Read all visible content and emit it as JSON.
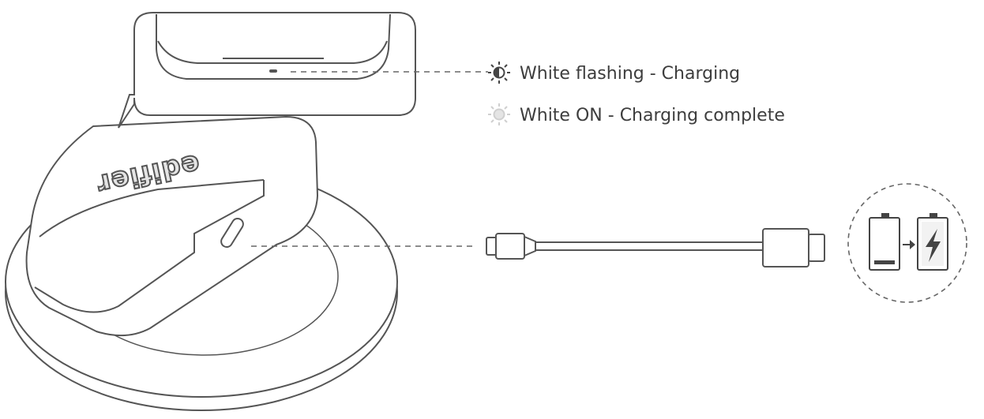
{
  "legend": {
    "flashing_label": "White flashing",
    "flashing_separator": " - ",
    "flashing_state": "Charging",
    "on_label": "White ON",
    "on_separator": " - ",
    "on_state": "Charging complete"
  },
  "case": {
    "brand": "edifier"
  },
  "colors": {
    "line": "#555555",
    "text": "#3d3d3d",
    "dim_icon": "#cfcfcf",
    "battery_fill": "#f2f2f2"
  },
  "icons": {
    "flashing": "half-sun-icon",
    "on": "sun-icon",
    "battery_empty": "battery-empty-icon",
    "battery_full": "battery-charging-icon",
    "arrow": "arrow-right-icon"
  }
}
